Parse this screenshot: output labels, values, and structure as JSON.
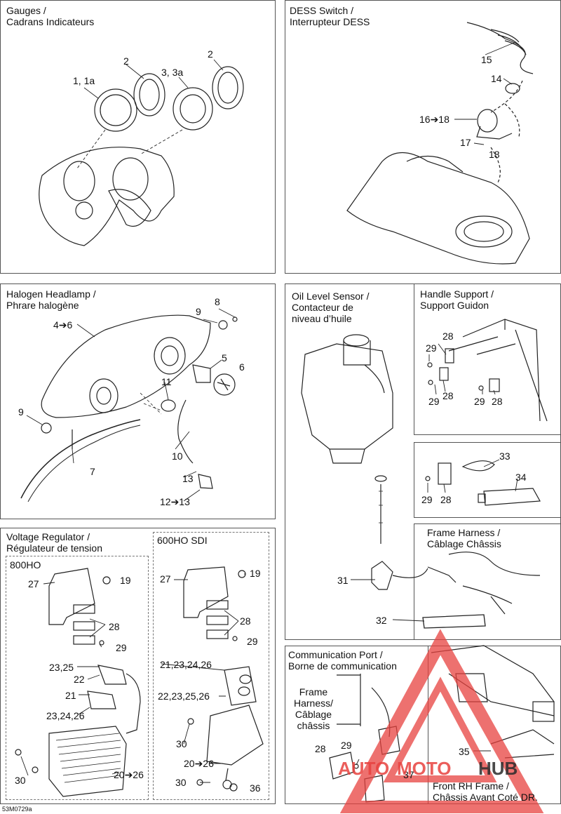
{
  "panels": {
    "gauges": {
      "title": "Gauges /\nCadrans Indicateurs",
      "callouts": [
        "1, 1a",
        "2",
        "3, 3a",
        "2"
      ]
    },
    "dess": {
      "title": "DESS Switch /\nInterrupteur DESS",
      "callouts": [
        "15",
        "14",
        "16➔18",
        "17",
        "18"
      ]
    },
    "headlamp": {
      "title": "Halogen Headlamp /\nPhrare halogène",
      "callouts": [
        "8",
        "9",
        "4➔6",
        "5",
        "6",
        "11",
        "9",
        "10",
        "7",
        "13",
        "12➔13"
      ]
    },
    "oil": {
      "title": "Oil Level Sensor /\nContacteur de\nniveau d’huile",
      "callouts": [
        "31",
        "32"
      ]
    },
    "handle": {
      "title": "Handle Support /\nSupport Guidon",
      "callouts": [
        "28",
        "29",
        "29",
        "28",
        "29",
        "28"
      ]
    },
    "misc": {
      "callouts": [
        "33",
        "34",
        "29",
        "28"
      ]
    },
    "frame_harness": {
      "title": "Frame Harness /\nCâblage Châssis"
    },
    "regulator": {
      "title": "Voltage Regulator /\nRégulateur de tension",
      "sub800": {
        "title": "800HO",
        "callouts": [
          "27",
          "19",
          "28",
          "29",
          "23,25",
          "22",
          "21",
          "23,24,26",
          "30",
          "20➔26"
        ]
      },
      "sub600": {
        "title": "600HO SDI",
        "callouts": [
          "27",
          "19",
          "28",
          "29",
          "21,23,24,26",
          "22,23,25,26",
          "30",
          "20➔26",
          "30",
          "36"
        ]
      }
    },
    "comm": {
      "title": "Communication Port /\nBorne de communication",
      "harness_label": "Frame\nHarness/\nCâblage\nchâssis",
      "callouts": [
        "28",
        "29",
        "37"
      ]
    },
    "front_frame": {
      "title": "Front RH Frame  /\nChâssis Avant Coté DR.",
      "callouts": [
        "35"
      ]
    }
  },
  "drawing_id": "53M0729a",
  "watermark": {
    "text_left": "AUTO",
    "text_mid": "MOTO",
    "text_right": "HUB",
    "color": "#e8423f",
    "dark": "#2b2b2b"
  }
}
